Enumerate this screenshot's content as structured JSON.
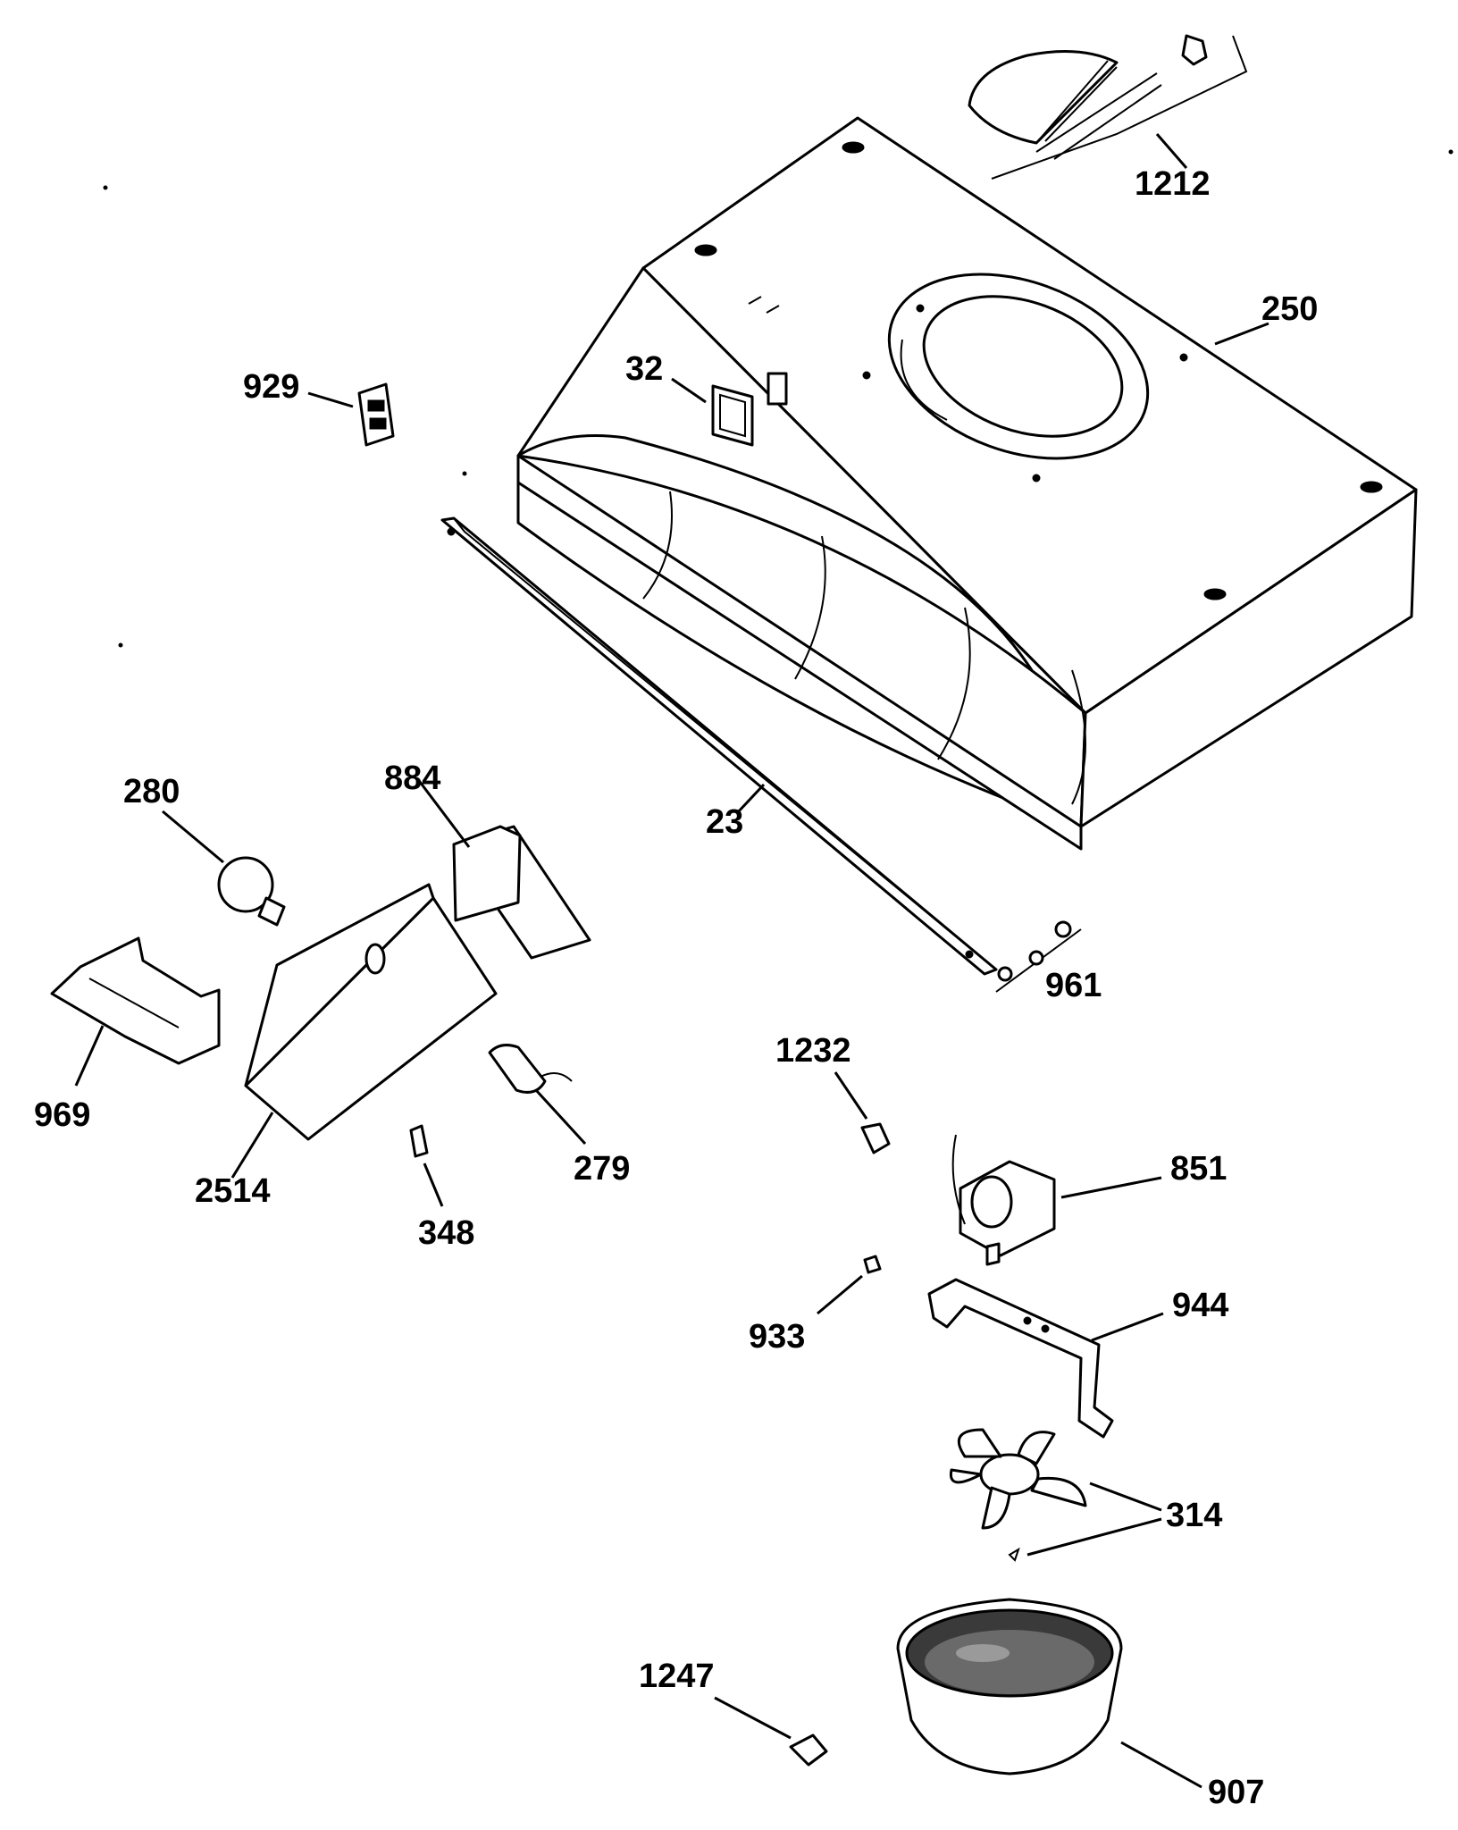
{
  "diagram": {
    "callouts": [
      "1212",
      "250",
      "929",
      "32",
      "280",
      "884",
      "23",
      "961",
      "969",
      "2514",
      "279",
      "348",
      "1232",
      "851",
      "933",
      "944",
      "314",
      "1247",
      "907"
    ]
  }
}
